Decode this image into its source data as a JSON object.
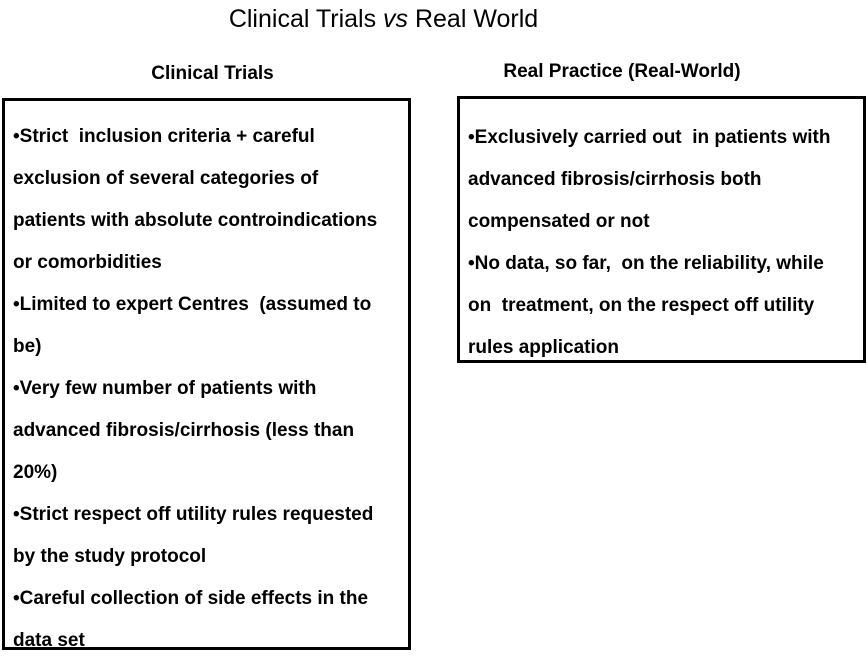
{
  "title": {
    "part1": "Clinical Trials ",
    "part2": "vs",
    "part3": " Real World"
  },
  "left": {
    "heading": "Clinical Trials",
    "items": [
      "•Strict  inclusion criteria + careful",
      "exclusion of several categories of",
      "patients with absolute controindications",
      "or comorbidities",
      "•Limited to expert Centres  (assumed to",
      "be)",
      "•Very few number of patients with",
      "advanced fibrosis/cirrhosis (less than",
      "20%)",
      "•Strict respect off utility rules requested",
      "by the study protocol",
      "•Careful collection of side effects in the",
      "data set"
    ]
  },
  "right": {
    "heading": "Real Practice (Real-World)",
    "items": [
      "•Exclusively carried out  in patients with",
      "advanced fibrosis/cirrhosis both",
      "compensated or not",
      "•No data, so far,  on the reliability, while",
      "on  treatment, on the respect off utility",
      "rules application"
    ]
  }
}
